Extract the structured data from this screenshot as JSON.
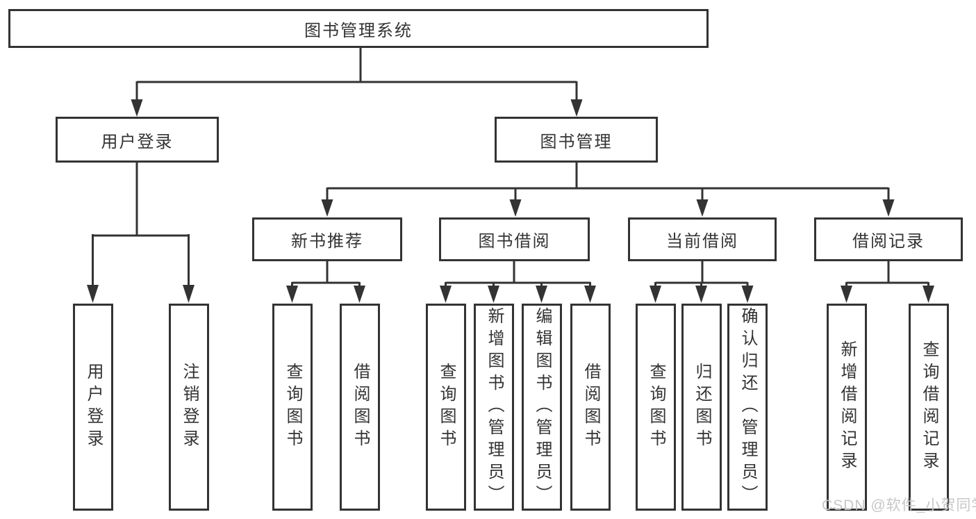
{
  "diagram": {
    "root": {
      "label": "图书管理系统"
    },
    "branches": [
      {
        "label": "用户登录",
        "leaves": [
          {
            "label": "用户登录"
          },
          {
            "label": "注销登录"
          }
        ]
      },
      {
        "label": "图书管理",
        "groups": [
          {
            "label": "新书推荐",
            "leaves": [
              {
                "label": "查询图书"
              },
              {
                "label": "借阅图书"
              }
            ]
          },
          {
            "label": "图书借阅",
            "leaves": [
              {
                "label": "查询图书"
              },
              {
                "label": "新增图书（管理员）"
              },
              {
                "label": "编辑图书（管理员）"
              },
              {
                "label": "借阅图书"
              }
            ]
          },
          {
            "label": "当前借阅",
            "leaves": [
              {
                "label": "查询图书"
              },
              {
                "label": "归还图书"
              },
              {
                "label": "确认归还（管理员）"
              }
            ]
          },
          {
            "label": "借阅记录",
            "leaves": [
              {
                "label": "新增借阅记录"
              },
              {
                "label": "查询借阅记录"
              }
            ]
          }
        ]
      }
    ]
  },
  "watermark": {
    "text": "CSDN @软件_小贺同学"
  },
  "colors": {
    "line": "#333333",
    "text": "#333333",
    "background": "#ffffff",
    "watermark": "#c7c7c7"
  }
}
